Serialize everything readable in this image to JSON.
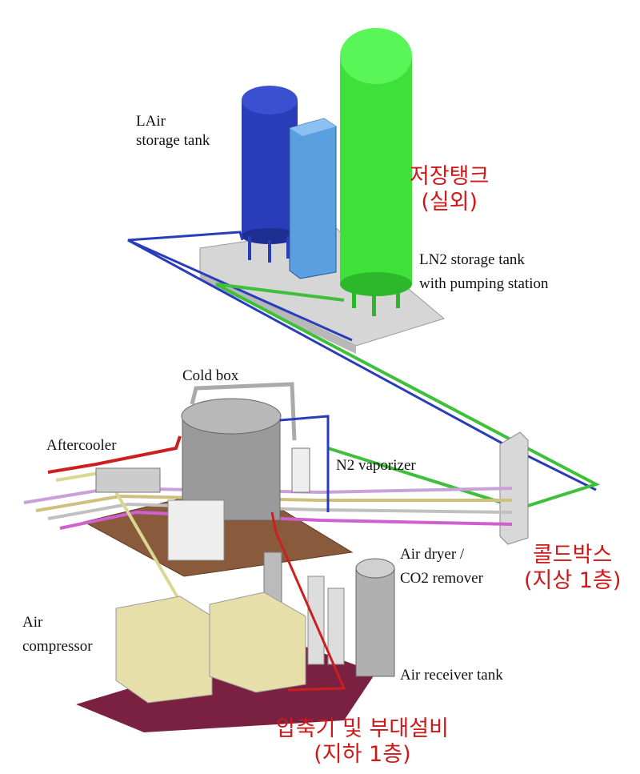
{
  "labels": {
    "lair_tank": [
      "LAir",
      "storage tank"
    ],
    "ln2_tank": [
      "LN2 storage tank",
      "with pumping station"
    ],
    "cold_box": "Cold box",
    "aftercooler": "Aftercooler",
    "n2_vaporizer": "N2 vaporizer",
    "air_dryer": [
      "Air dryer /",
      "CO2 remover"
    ],
    "air_compressor": [
      "Air",
      "compressor"
    ],
    "air_receiver": "Air receiver tank"
  },
  "zones": {
    "storage": [
      "저장탱크",
      "(실외)"
    ],
    "coldbox": [
      "콜드박스",
      "(지상 1층)"
    ],
    "compressor": [
      "압축기 및 부대설비",
      "(지하 1층)"
    ]
  },
  "colors": {
    "zone_label": "#d01818",
    "lair_tank": "#2a3db8",
    "ln2_tank": "#3ee03a",
    "cabinet": "#5aa0e0",
    "platform": "#d6d6d6",
    "coldbox_floor": "#8a5a3c",
    "basement_floor": "#7a2040",
    "compressor": "#e6dfaa"
  }
}
